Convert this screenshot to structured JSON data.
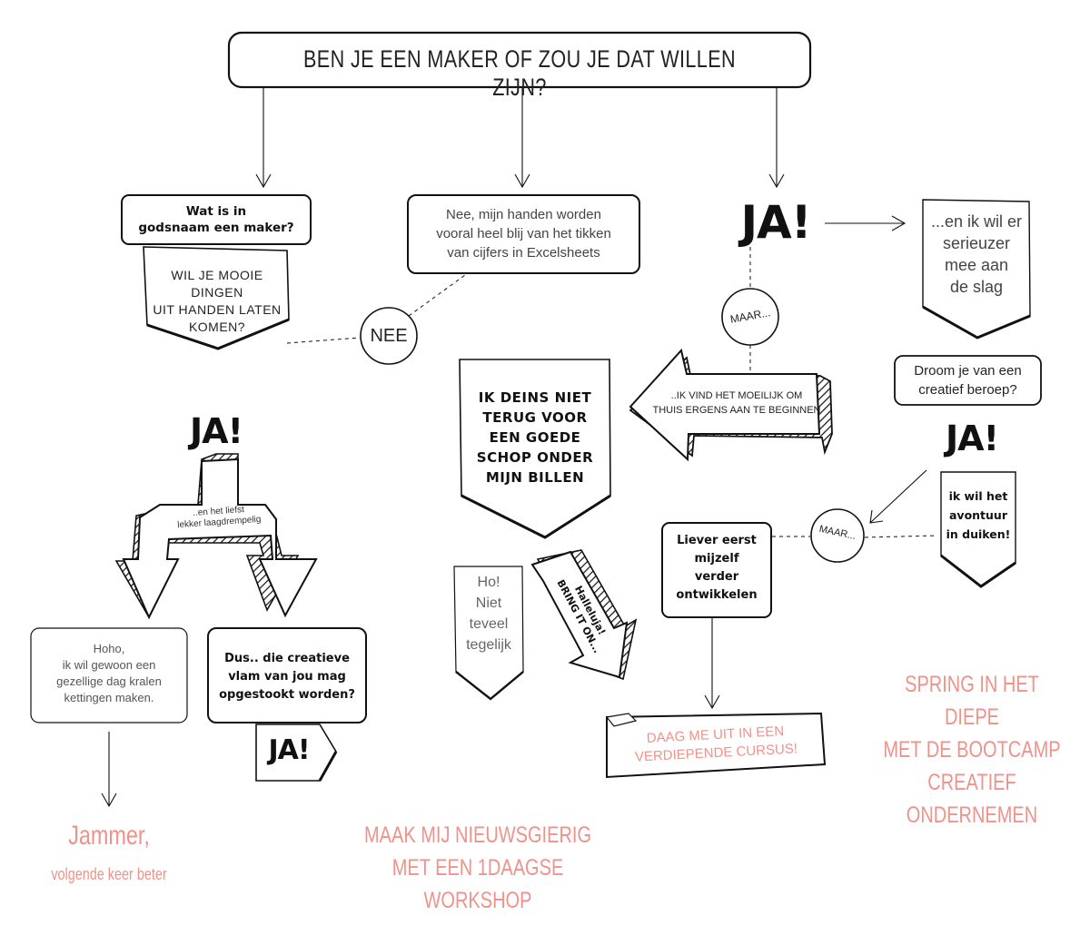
{
  "title": "BEN JE EEN MAKER OF ZOU JE DAT WILLEN ZIJN?",
  "nodes": {
    "wat_is": "Wat is in\ngodsnaam een maker?",
    "mooie_dingen": "WIL JE MOOIE DINGEN\nUIT HANDEN LATEN\nKOMEN?",
    "nee_handen": "Nee, mijn handen worden\nvooral heel blij van het tikken\nvan cijfers in Excelsheets",
    "nee": "NEE",
    "ja_top_right": "JA!",
    "serieuzer": "...en ik wil er\nserieuzer\nmee aan\nde slag",
    "maar_1": "MAAR...",
    "moeilijk": "..IK VIND HET MOEILIJK OM\nTHUIS ERGENS AAN TE BEGINNEN",
    "deins": "IK DEINS NIET\nTERUG VOOR\nEEN GOEDE\nSCHOP ONDER\nMIJN BILLEN",
    "droom": "Droom je van een\ncreatief beroep?",
    "ja_right": "JA!",
    "avontuur": "ik wil het\navontuur\nin duiken!",
    "maar_2": "MAAR...",
    "liever": "Liever eerst\nmijzelf\nverder\nontwikkelen",
    "ho_niet": "Ho!\nNiet\nteveel\ntegelijk",
    "halleluja": "Halleluja!\nBRING IT ON...",
    "ja_left": "JA!",
    "laagdrempelig": "..en het liefst\nlekker laagdrempelig",
    "hoho": "Hoho,\nik wil gewoon een\ngezellige dag kralen\nkettingen maken.",
    "dus": "Dus.. die creatieve\nvlam van jou mag\nopgestookt worden?",
    "ja_small": "JA!",
    "daag": "DAAG ME UIT IN EEN\nVERDIEPENDE CURSUS!"
  },
  "outcomes": {
    "jammer": "Jammer,",
    "jammer_sub": "volgende keer beter",
    "workshop": "MAAK MIJ NIEUWSGIERIG\nMET EEN 1DAAGSE WORKSHOP",
    "bootcamp": "SPRING IN HET DIEPE\nMET DE BOOTCAMP\nCREATIEF ONDERNEMEN"
  },
  "colors": {
    "ink": "#111111",
    "accent": "#f0928a"
  }
}
